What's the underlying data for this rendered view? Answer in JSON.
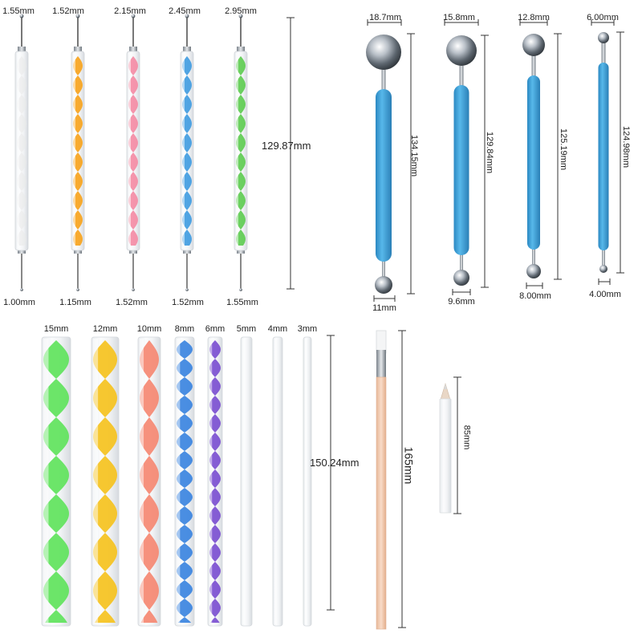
{
  "dotting_tools": {
    "tip_top": [
      "1.55mm",
      "1.52mm",
      "2.15mm",
      "2.45mm",
      "2.95mm"
    ],
    "tip_bottom": [
      "1.00mm",
      "1.15mm",
      "1.52mm",
      "1.52mm",
      "1.55mm"
    ],
    "length": "129.87mm",
    "stripe_colors": [
      "#eaeaea",
      "#f7a21a",
      "#f48aa3",
      "#3e9be0",
      "#5ccb4f"
    ]
  },
  "ball_stylus": {
    "top_diameter": [
      "18.7mm",
      "15.8mm",
      "12.8mm",
      "6.00mm"
    ],
    "bottom_diameter": [
      "11mm",
      "9.6mm",
      "8.00mm",
      "4.00mm"
    ],
    "lengths": [
      "134.15mm",
      "129.84mm",
      "125.19mm",
      "124.98mm"
    ],
    "handle_color": "#3aa4dc"
  },
  "acrylic_rods": {
    "diameters": [
      "15mm",
      "12mm",
      "10mm",
      "8mm",
      "6mm",
      "5mm",
      "4mm",
      "3mm"
    ],
    "colors": [
      "#5fe35c",
      "#f5c21e",
      "#f58872",
      "#3b84e0",
      "#7b4fd0",
      "#dcdde0",
      "#dcdde0",
      "#dcdde0"
    ],
    "length": "150.24mm"
  },
  "brush": {
    "length": "165mm",
    "color": "#f4c9ae"
  },
  "pencil": {
    "length": "85mm"
  }
}
